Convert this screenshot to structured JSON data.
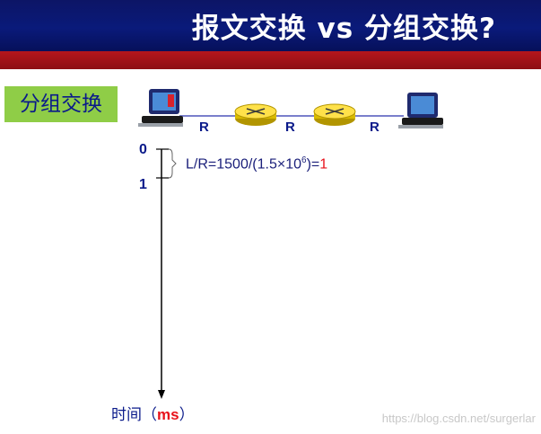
{
  "header": {
    "title": "报文交换 vs 分组交换?"
  },
  "section": {
    "label": "分组交换"
  },
  "topology": {
    "nodes": [
      "host-left-icon",
      "router-1-icon",
      "router-2-icon",
      "host-right-icon"
    ],
    "link_labels": [
      "R",
      "R",
      "R"
    ]
  },
  "timeline": {
    "tick_0": "0",
    "tick_1": "1",
    "formula_prefix": "L/R=1500/(1.5×10",
    "formula_exp": "6",
    "formula_mid": ")=",
    "formula_result": "1",
    "axis_label_main": "时间（",
    "axis_label_unit": "ms",
    "axis_label_end": "）"
  },
  "watermark": "https://blog.csdn.net/surgerlar",
  "colors": {
    "header_bg": "#0a1a7a",
    "header_bar": "#a31318",
    "section_bg": "#8fcd47",
    "label_blue": "#0a1a8a",
    "accent_red": "#e8121b"
  }
}
